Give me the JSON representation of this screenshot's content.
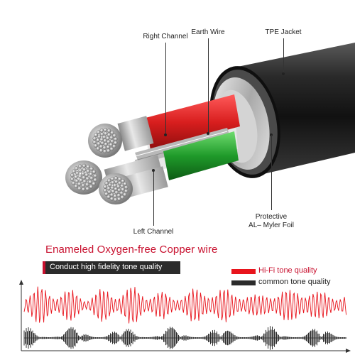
{
  "callouts": {
    "right_channel": "Right Channel",
    "earth_wire": "Earth Wire",
    "tpe_jacket": "TPE Jacket",
    "left_channel": "Left Channel",
    "foil_line1": "Protective",
    "foil_line2": "AL– Myler Foil"
  },
  "headline": "Enameled Oxygen-free Copper wire",
  "subline": "Conduct high fidelity tone quality",
  "legend": [
    {
      "label": "Hi-Fi tone quality",
      "color": "#e8141c",
      "text_color": "#c8102e"
    },
    {
      "label": "common tone quality",
      "color": "#2b2b2b",
      "text_color": "#222222"
    }
  ],
  "colors": {
    "jacket": "#1a1a1a",
    "red_wire": "#d81e1e",
    "green_wire": "#1f9a2a",
    "foil": "#bdbdbd",
    "copper": "#c9c9c9",
    "axis": "#333333"
  }
}
